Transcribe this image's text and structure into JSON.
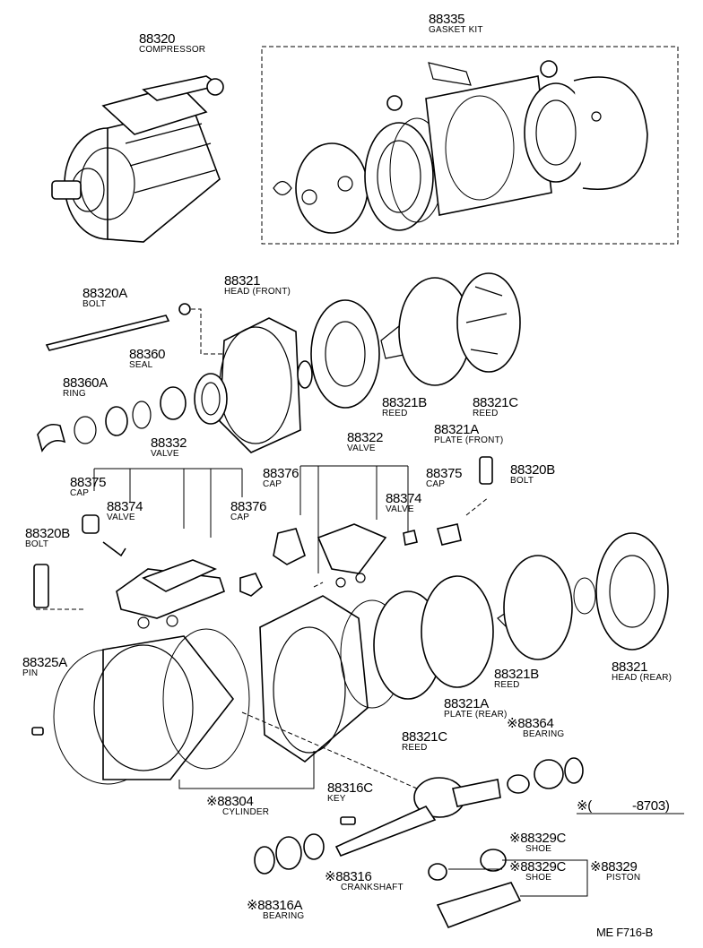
{
  "labels": [
    {
      "id": "88335",
      "num": "88335",
      "name": "GASKET KIT"
    },
    {
      "id": "88320",
      "num": "88320",
      "name": "COMPRESSOR"
    },
    {
      "id": "88320A",
      "num": "88320A",
      "name": "BOLT"
    },
    {
      "id": "88321f",
      "num": "88321",
      "name": "HEAD (FRONT)"
    },
    {
      "id": "88360",
      "num": "88360",
      "name": "SEAL"
    },
    {
      "id": "88360A",
      "num": "88360A",
      "name": "RING"
    },
    {
      "id": "88321B-top",
      "num": "88321B",
      "name": "REED"
    },
    {
      "id": "88321C-top",
      "num": "88321C",
      "name": "REED"
    },
    {
      "id": "88321A-top",
      "num": "88321A",
      "name": "PLATE (FRONT)"
    },
    {
      "id": "88332",
      "num": "88332",
      "name": "VALVE"
    },
    {
      "id": "88322",
      "num": "88322",
      "name": "VALVE"
    },
    {
      "id": "88320B-r",
      "num": "88320B",
      "name": "BOLT"
    },
    {
      "id": "88375-l",
      "num": "88375",
      "name": "CAP"
    },
    {
      "id": "88374-l",
      "num": "88374",
      "name": "VALVE"
    },
    {
      "id": "88376-l",
      "num": "88376",
      "name": "CAP"
    },
    {
      "id": "88376-r",
      "num": "88376",
      "name": "CAP"
    },
    {
      "id": "88375-r",
      "num": "88375",
      "name": "CAP"
    },
    {
      "id": "88374-r",
      "num": "88374",
      "name": "VALVE"
    },
    {
      "id": "88320B-l",
      "num": "88320B",
      "name": "BOLT"
    },
    {
      "id": "88325A",
      "num": "88325A",
      "name": "PIN"
    },
    {
      "id": "88321r",
      "num": "88321",
      "name": "HEAD (REAR)"
    },
    {
      "id": "88321B-bot",
      "num": "88321B",
      "name": "REED"
    },
    {
      "id": "88321A-bot",
      "num": "88321A",
      "name": "PLATE (REAR)"
    },
    {
      "id": "88321C-bot",
      "num": "88321C",
      "name": "REED"
    },
    {
      "id": "88364",
      "num": "※88364",
      "name": "BEARING"
    },
    {
      "id": "88304",
      "num": "※88304",
      "name": "CYLINDER"
    },
    {
      "id": "88316C",
      "num": "88316C",
      "name": "KEY"
    },
    {
      "id": "88329C-a",
      "num": "※88329C",
      "name": "SHOE"
    },
    {
      "id": "88329C-b",
      "num": "※88329C",
      "name": "SHOE"
    },
    {
      "id": "88329",
      "num": "※88329",
      "name": "PISTON"
    },
    {
      "id": "88316",
      "num": "※88316",
      "name": "CRANKSHAFT"
    },
    {
      "id": "88316A",
      "num": "※88316A",
      "name": "BEARING"
    }
  ],
  "footnote": {
    "mark": "※(",
    "range": "-8703)"
  },
  "figure_code": "ME  F716-B"
}
